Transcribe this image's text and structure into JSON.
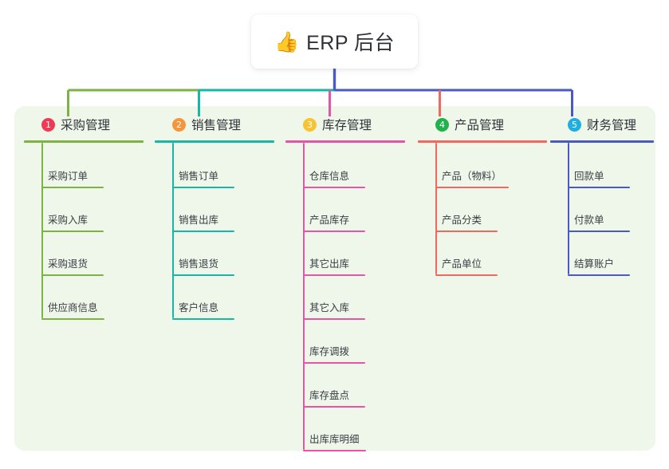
{
  "root": {
    "icon": "thumbs-up-icon",
    "icon_glyph": "👍",
    "title": "ERP 后台"
  },
  "palette": {
    "panel_bg": "#eef7e9",
    "page_bg": "#ffffff",
    "root_text": "#2e3138",
    "bus_left": "#7cb342",
    "bus_mid": "#17b7a6",
    "bus_right": "#4a59c4"
  },
  "columns": [
    {
      "index": "1",
      "title": "采购管理",
      "badge_color": "#ee3a54",
      "line_color": "#7cb342",
      "items": [
        {
          "label": "采购订单"
        },
        {
          "label": "采购入库"
        },
        {
          "label": "采购退货"
        },
        {
          "label": "供应商信息"
        }
      ]
    },
    {
      "index": "2",
      "title": "销售管理",
      "badge_color": "#f5963c",
      "line_color": "#17b7a6",
      "items": [
        {
          "label": "销售订单"
        },
        {
          "label": "销售出库"
        },
        {
          "label": "销售退货"
        },
        {
          "label": "客户信息"
        }
      ]
    },
    {
      "index": "3",
      "title": "库存管理",
      "badge_color": "#f6c333",
      "line_color": "#e654a8",
      "items": [
        {
          "label": "仓库信息"
        },
        {
          "label": "产品库存"
        },
        {
          "label": "其它出库"
        },
        {
          "label": "其它入库"
        },
        {
          "label": "库存调拨"
        },
        {
          "label": "库存盘点"
        },
        {
          "label": "出库库明细"
        }
      ]
    },
    {
      "index": "4",
      "title": "产品管理",
      "badge_color": "#22b24c",
      "line_color": "#f4665e",
      "items": [
        {
          "label": "产品（物料）"
        },
        {
          "label": "产品分类"
        },
        {
          "label": "产品单位"
        }
      ]
    },
    {
      "index": "5",
      "title": "财务管理",
      "badge_color": "#1eaee0",
      "line_color": "#4a59c4",
      "items": [
        {
          "label": "回款单"
        },
        {
          "label": "付款单"
        },
        {
          "label": "结算账户"
        }
      ]
    }
  ]
}
